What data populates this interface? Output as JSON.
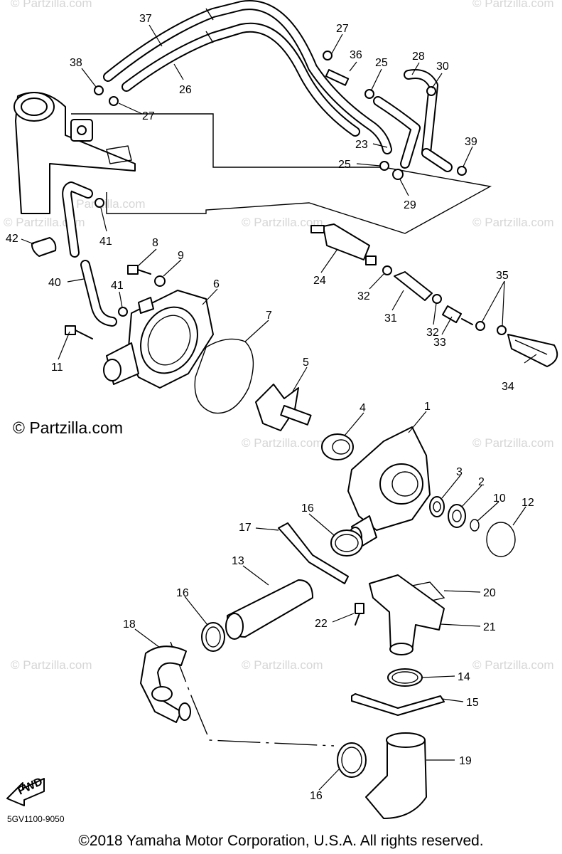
{
  "watermark": {
    "small": "© Partzilla.com",
    "big": "© Partzilla.com"
  },
  "diagram_code": "5GV1100-9050",
  "copyright": "©2018  Yamaha Motor Corporation, U.S.A. All rights reserved.",
  "fwd_label": "FWD",
  "callouts": {
    "c1": "1",
    "c2": "2",
    "c3": "3",
    "c4": "4",
    "c5": "5",
    "c6": "6",
    "c7": "7",
    "c8": "8",
    "c9": "9",
    "c10": "10",
    "c11": "11",
    "c12": "12",
    "c13": "13",
    "c14": "14",
    "c15": "15",
    "c16a": "16",
    "c16b": "16",
    "c16c": "16",
    "c17": "17",
    "c18": "18",
    "c19": "19",
    "c20": "20",
    "c21": "21",
    "c22": "22",
    "c23": "23",
    "c24": "24",
    "c25a": "25",
    "c25b": "25",
    "c26": "26",
    "c27a": "27",
    "c27b": "27",
    "c28": "28",
    "c29": "29",
    "c30": "30",
    "c31": "31",
    "c32a": "32",
    "c32b": "32",
    "c33": "33",
    "c34": "34",
    "c35": "35",
    "c36": "36",
    "c37": "37",
    "c38": "38",
    "c39": "39",
    "c40": "40",
    "c41a": "41",
    "c41b": "41",
    "c42": "42"
  }
}
